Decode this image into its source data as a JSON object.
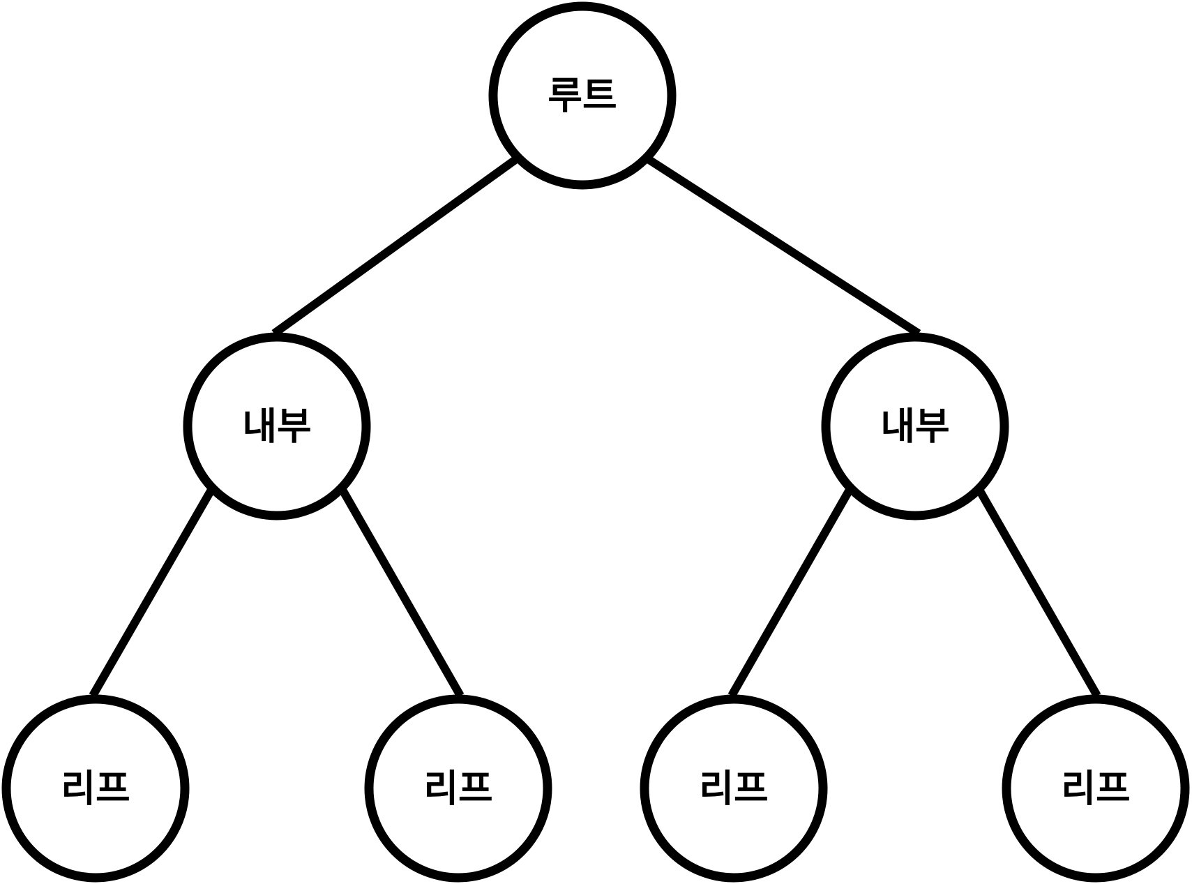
{
  "diagram": {
    "type": "tree",
    "nodes": [
      {
        "id": "root",
        "label": "루트",
        "level": "root"
      },
      {
        "id": "internal-left",
        "label": "내부",
        "level": "internal"
      },
      {
        "id": "internal-right",
        "label": "내부",
        "level": "internal"
      },
      {
        "id": "leaf-1",
        "label": "리프",
        "level": "leaf"
      },
      {
        "id": "leaf-2",
        "label": "리프",
        "level": "leaf"
      },
      {
        "id": "leaf-3",
        "label": "리프",
        "level": "leaf"
      },
      {
        "id": "leaf-4",
        "label": "리프",
        "level": "leaf"
      }
    ],
    "edges": [
      {
        "from": "root",
        "to": "internal-left"
      },
      {
        "from": "root",
        "to": "internal-right"
      },
      {
        "from": "internal-left",
        "to": "leaf-1"
      },
      {
        "from": "internal-left",
        "to": "leaf-2"
      },
      {
        "from": "internal-right",
        "to": "leaf-3"
      },
      {
        "from": "internal-right",
        "to": "leaf-4"
      }
    ],
    "colors": {
      "stroke": "#000000",
      "fill": "#ffffff",
      "text": "#000000"
    }
  }
}
